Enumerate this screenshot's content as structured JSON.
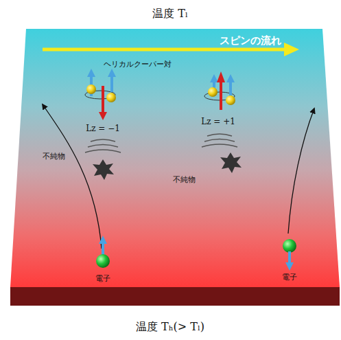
{
  "diagram": {
    "labels": [
      "温度 Tₗ",
      "スピンの流れ",
      "ヘリカルクーパー対",
      "Lz = −1",
      "Lz = +1",
      "不純物",
      "不純物",
      "電子",
      "電子",
      "温度 Tₕ(> Tₗ)"
    ]
  }
}
